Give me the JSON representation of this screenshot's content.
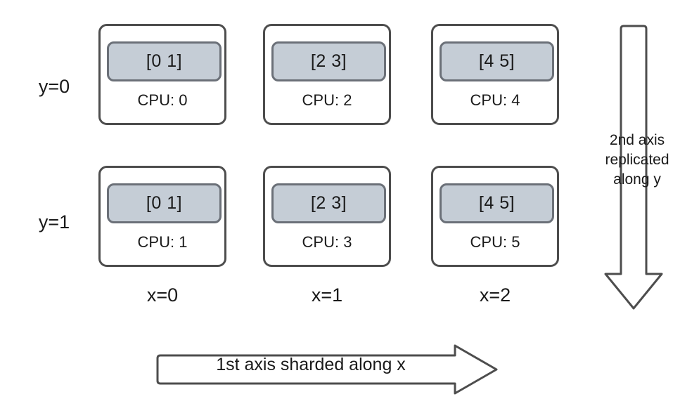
{
  "diagram": {
    "title": "Device mesh sharding diagram",
    "colors": {
      "background": "#ffffff",
      "box_border": "#4d4d4d",
      "chip_fill": "#c5cdd6",
      "chip_border": "#6b7078",
      "text": "#1a1a1a"
    },
    "row_labels": [
      {
        "name": "row-label-y0",
        "text": "y=0"
      },
      {
        "name": "row-label-y1",
        "text": "y=1"
      }
    ],
    "col_labels": [
      {
        "name": "col-label-x0",
        "text": "x=0"
      },
      {
        "name": "col-label-x1",
        "text": "x=1"
      },
      {
        "name": "col-label-x2",
        "text": "x=2"
      }
    ],
    "devices": [
      {
        "name": "device-cpu-0",
        "shard": "[0 1]",
        "cpu": "CPU: 0",
        "row": "y=0",
        "col": "x=0"
      },
      {
        "name": "device-cpu-2",
        "shard": "[2 3]",
        "cpu": "CPU: 2",
        "row": "y=0",
        "col": "x=1"
      },
      {
        "name": "device-cpu-4",
        "shard": "[4 5]",
        "cpu": "CPU: 4",
        "row": "y=0",
        "col": "x=2"
      },
      {
        "name": "device-cpu-1",
        "shard": "[0 1]",
        "cpu": "CPU: 1",
        "row": "y=1",
        "col": "x=0"
      },
      {
        "name": "device-cpu-3",
        "shard": "[2 3]",
        "cpu": "CPU: 3",
        "row": "y=1",
        "col": "x=1"
      },
      {
        "name": "device-cpu-5",
        "shard": "[4 5]",
        "cpu": "CPU: 5",
        "row": "y=1",
        "col": "x=2"
      }
    ],
    "horizontal_arrow": {
      "name": "horizontal-axis-arrow",
      "label": "1st axis sharded along x",
      "direction": "right"
    },
    "vertical_arrow": {
      "name": "vertical-axis-arrow",
      "label": "2nd axis\nreplicated\nalong y",
      "direction": "down"
    }
  }
}
